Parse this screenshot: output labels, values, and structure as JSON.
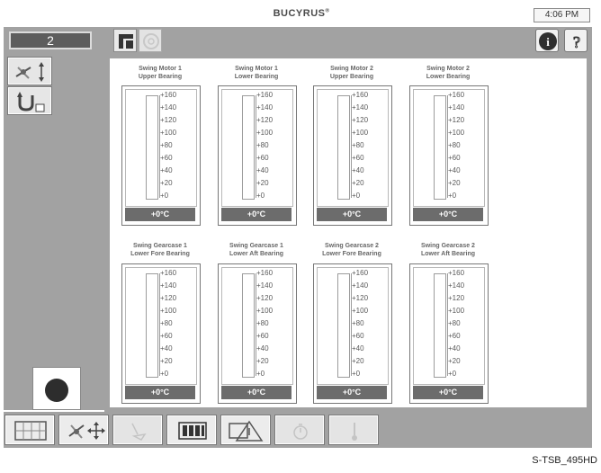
{
  "header": {
    "brand": "BUCYRUS",
    "brand_mark": "®",
    "time": "4:06 PM"
  },
  "sidebar": {
    "counter_value": "2",
    "buttons": [
      {
        "name": "slew-swing-button",
        "icon": "crane-arrow-icon"
      },
      {
        "name": "rotation-mode-button",
        "icon": "rotate-u-icon"
      }
    ],
    "indicator": "status-dot"
  },
  "tabs": [
    {
      "name": "tab-machine",
      "icon": "machine-icon",
      "active": true
    },
    {
      "name": "tab-settings",
      "icon": "gear-icon",
      "active": false
    }
  ],
  "top_right_buttons": [
    {
      "name": "info-button",
      "icon": "info-icon",
      "glyph": "i"
    },
    {
      "name": "help-button",
      "icon": "help-icon",
      "glyph": "?"
    }
  ],
  "gauges": [
    {
      "line1": "Swing Motor 1",
      "line2": "Upper Bearing",
      "reading": "+0°C"
    },
    {
      "line1": "Swing Motor 1",
      "line2": "Lower Bearing",
      "reading": "+0°C"
    },
    {
      "line1": "Swing Motor 2",
      "line2": "Upper Bearing",
      "reading": "+0°C"
    },
    {
      "line1": "Swing Motor 2",
      "line2": "Lower Bearing",
      "reading": "+0°C"
    },
    {
      "line1": "Swing Gearcase 1",
      "line2": "Lower Fore Bearing",
      "reading": "+0°C"
    },
    {
      "line1": "Swing Gearcase 1",
      "line2": "Lower Aft Bearing",
      "reading": "+0°C"
    },
    {
      "line1": "Swing Gearcase 2",
      "line2": "Lower Fore Bearing",
      "reading": "+0°C"
    },
    {
      "line1": "Swing Gearcase 2",
      "line2": "Lower Aft Bearing",
      "reading": "+0°C"
    }
  ],
  "scale_ticks": [
    "+160",
    "+140",
    "+120",
    "+100",
    "+80",
    "+60",
    "+40",
    "+20",
    "+0"
  ],
  "scale": {
    "min": 0,
    "max": 160,
    "unit": "°C"
  },
  "toolbar": [
    {
      "name": "trend-button",
      "icon": "grid-chart-icon",
      "enabled": true
    },
    {
      "name": "motion-button",
      "icon": "crane-arrows-icon",
      "enabled": true
    },
    {
      "name": "dipper-button",
      "icon": "dipper-icon",
      "enabled": false
    },
    {
      "name": "battery-button",
      "icon": "battery-icon",
      "enabled": true
    },
    {
      "name": "alarm-button",
      "icon": "warning-triangle-icon",
      "enabled": true
    },
    {
      "name": "timer-button",
      "icon": "stopwatch-icon",
      "enabled": false
    },
    {
      "name": "temperature-button",
      "icon": "thermometer-icon",
      "enabled": false
    }
  ],
  "footer": {
    "code": "S-TSB_495HD"
  },
  "colors": {
    "panel": "#a2a2a2",
    "readout": "#6c6c6c",
    "counter": "#5d5d5d"
  }
}
